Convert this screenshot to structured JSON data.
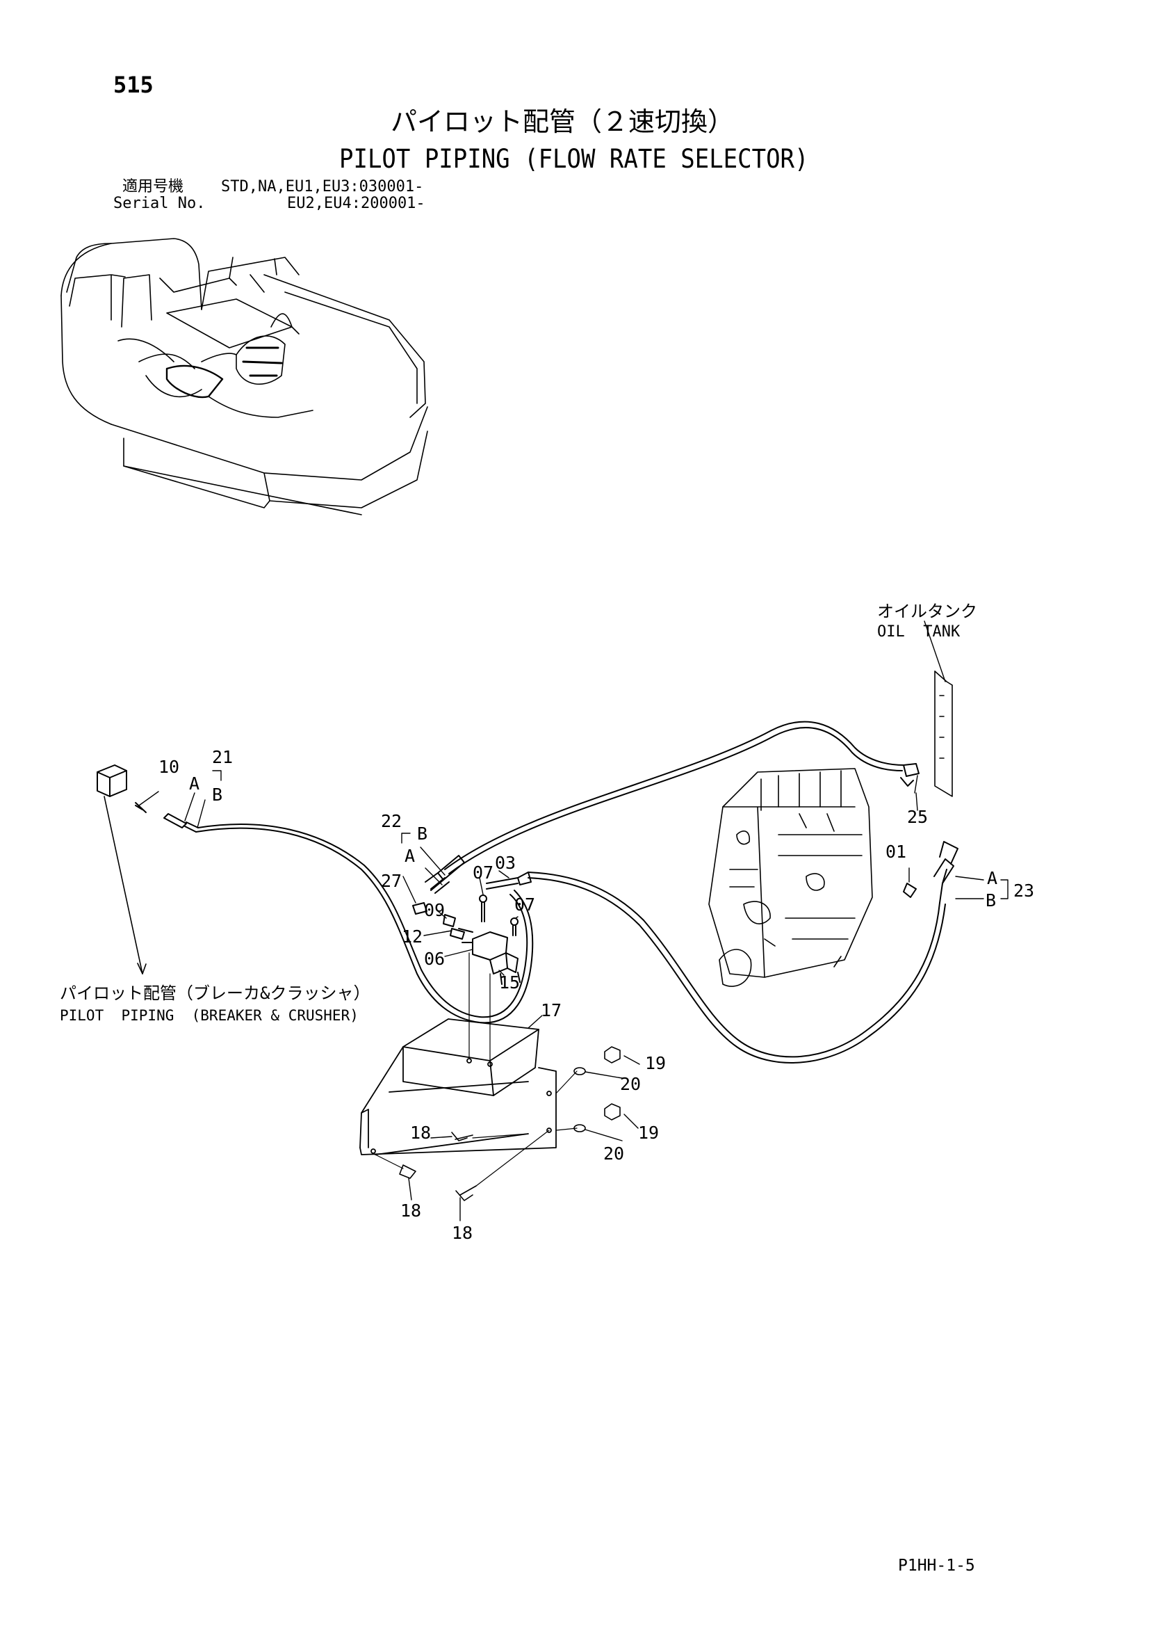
{
  "page": {
    "number": "515",
    "title_jp": "パイロット配管（２速切換）",
    "title_en": "PILOT PIPING (FLOW RATE SELECTOR)",
    "serial": {
      "label_jp": "適用号機",
      "label_en": "Serial No.",
      "value_1": "STD,NA,EU1,EU3:030001-",
      "value_2": "EU2,EU4:200001-"
    },
    "footer_code": "P1HH-1-5"
  },
  "labels": {
    "oil_tank_jp": "オイルタンク",
    "oil_tank_en": "OIL  TANK",
    "breaker_jp": "パイロット配管（ブレーカ&クラッシャ）",
    "breaker_en": "PILOT  PIPING  (BREAKER & CRUSHER)"
  },
  "callouts": {
    "c10": "10",
    "c21": "21",
    "cA1": "A",
    "cB1": "B",
    "c22": "22",
    "cB2": "B",
    "cA2": "A",
    "c07a": "07",
    "c03": "03",
    "c27": "27",
    "c09": "09",
    "c07b": "07",
    "c12": "12",
    "c06": "06",
    "c15": "15",
    "c25": "25",
    "c01": "01",
    "cA3": "A",
    "cB3": "B",
    "c23": "23",
    "c17": "17",
    "c19a": "19",
    "c20a": "20",
    "c18a": "18",
    "c19b": "19",
    "c20b": "20",
    "c18b": "18",
    "c18c": "18"
  }
}
